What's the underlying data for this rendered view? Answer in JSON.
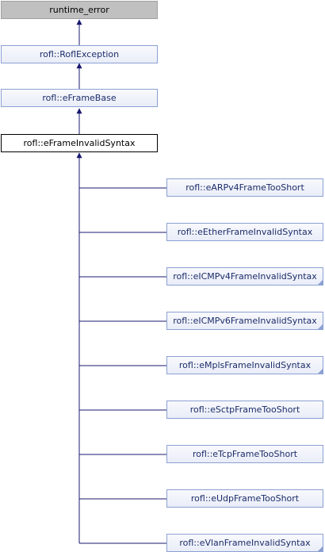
{
  "diagram": {
    "nodes": {
      "runtime_error": "runtime_error",
      "rofl_exception": "rofl::RoflException",
      "eframe_base": "rofl::eFrameBase",
      "eframe_invalid_syntax": "rofl::eFrameInvalidSyntax",
      "children": [
        "rofl::eARPv4FrameTooShort",
        "rofl::eEtherFrameInvalidSyntax",
        "rofl::eICMPv4FrameInvalidSyntax",
        "rofl::eICMPv6FrameInvalidSyntax",
        "rofl::eMplsFrameInvalidSyntax",
        "rofl::eSctpFrameTooShort",
        "rofl::eTcpFrameTooShort",
        "rofl::eUdpFrameTooShort",
        "rofl::eVlanFrameInvalidSyntax"
      ]
    },
    "colors": {
      "edge": "#191970",
      "node_border": "#8ca0d2",
      "external_fill": "#c0c0c0",
      "current_border": "#000000"
    }
  }
}
